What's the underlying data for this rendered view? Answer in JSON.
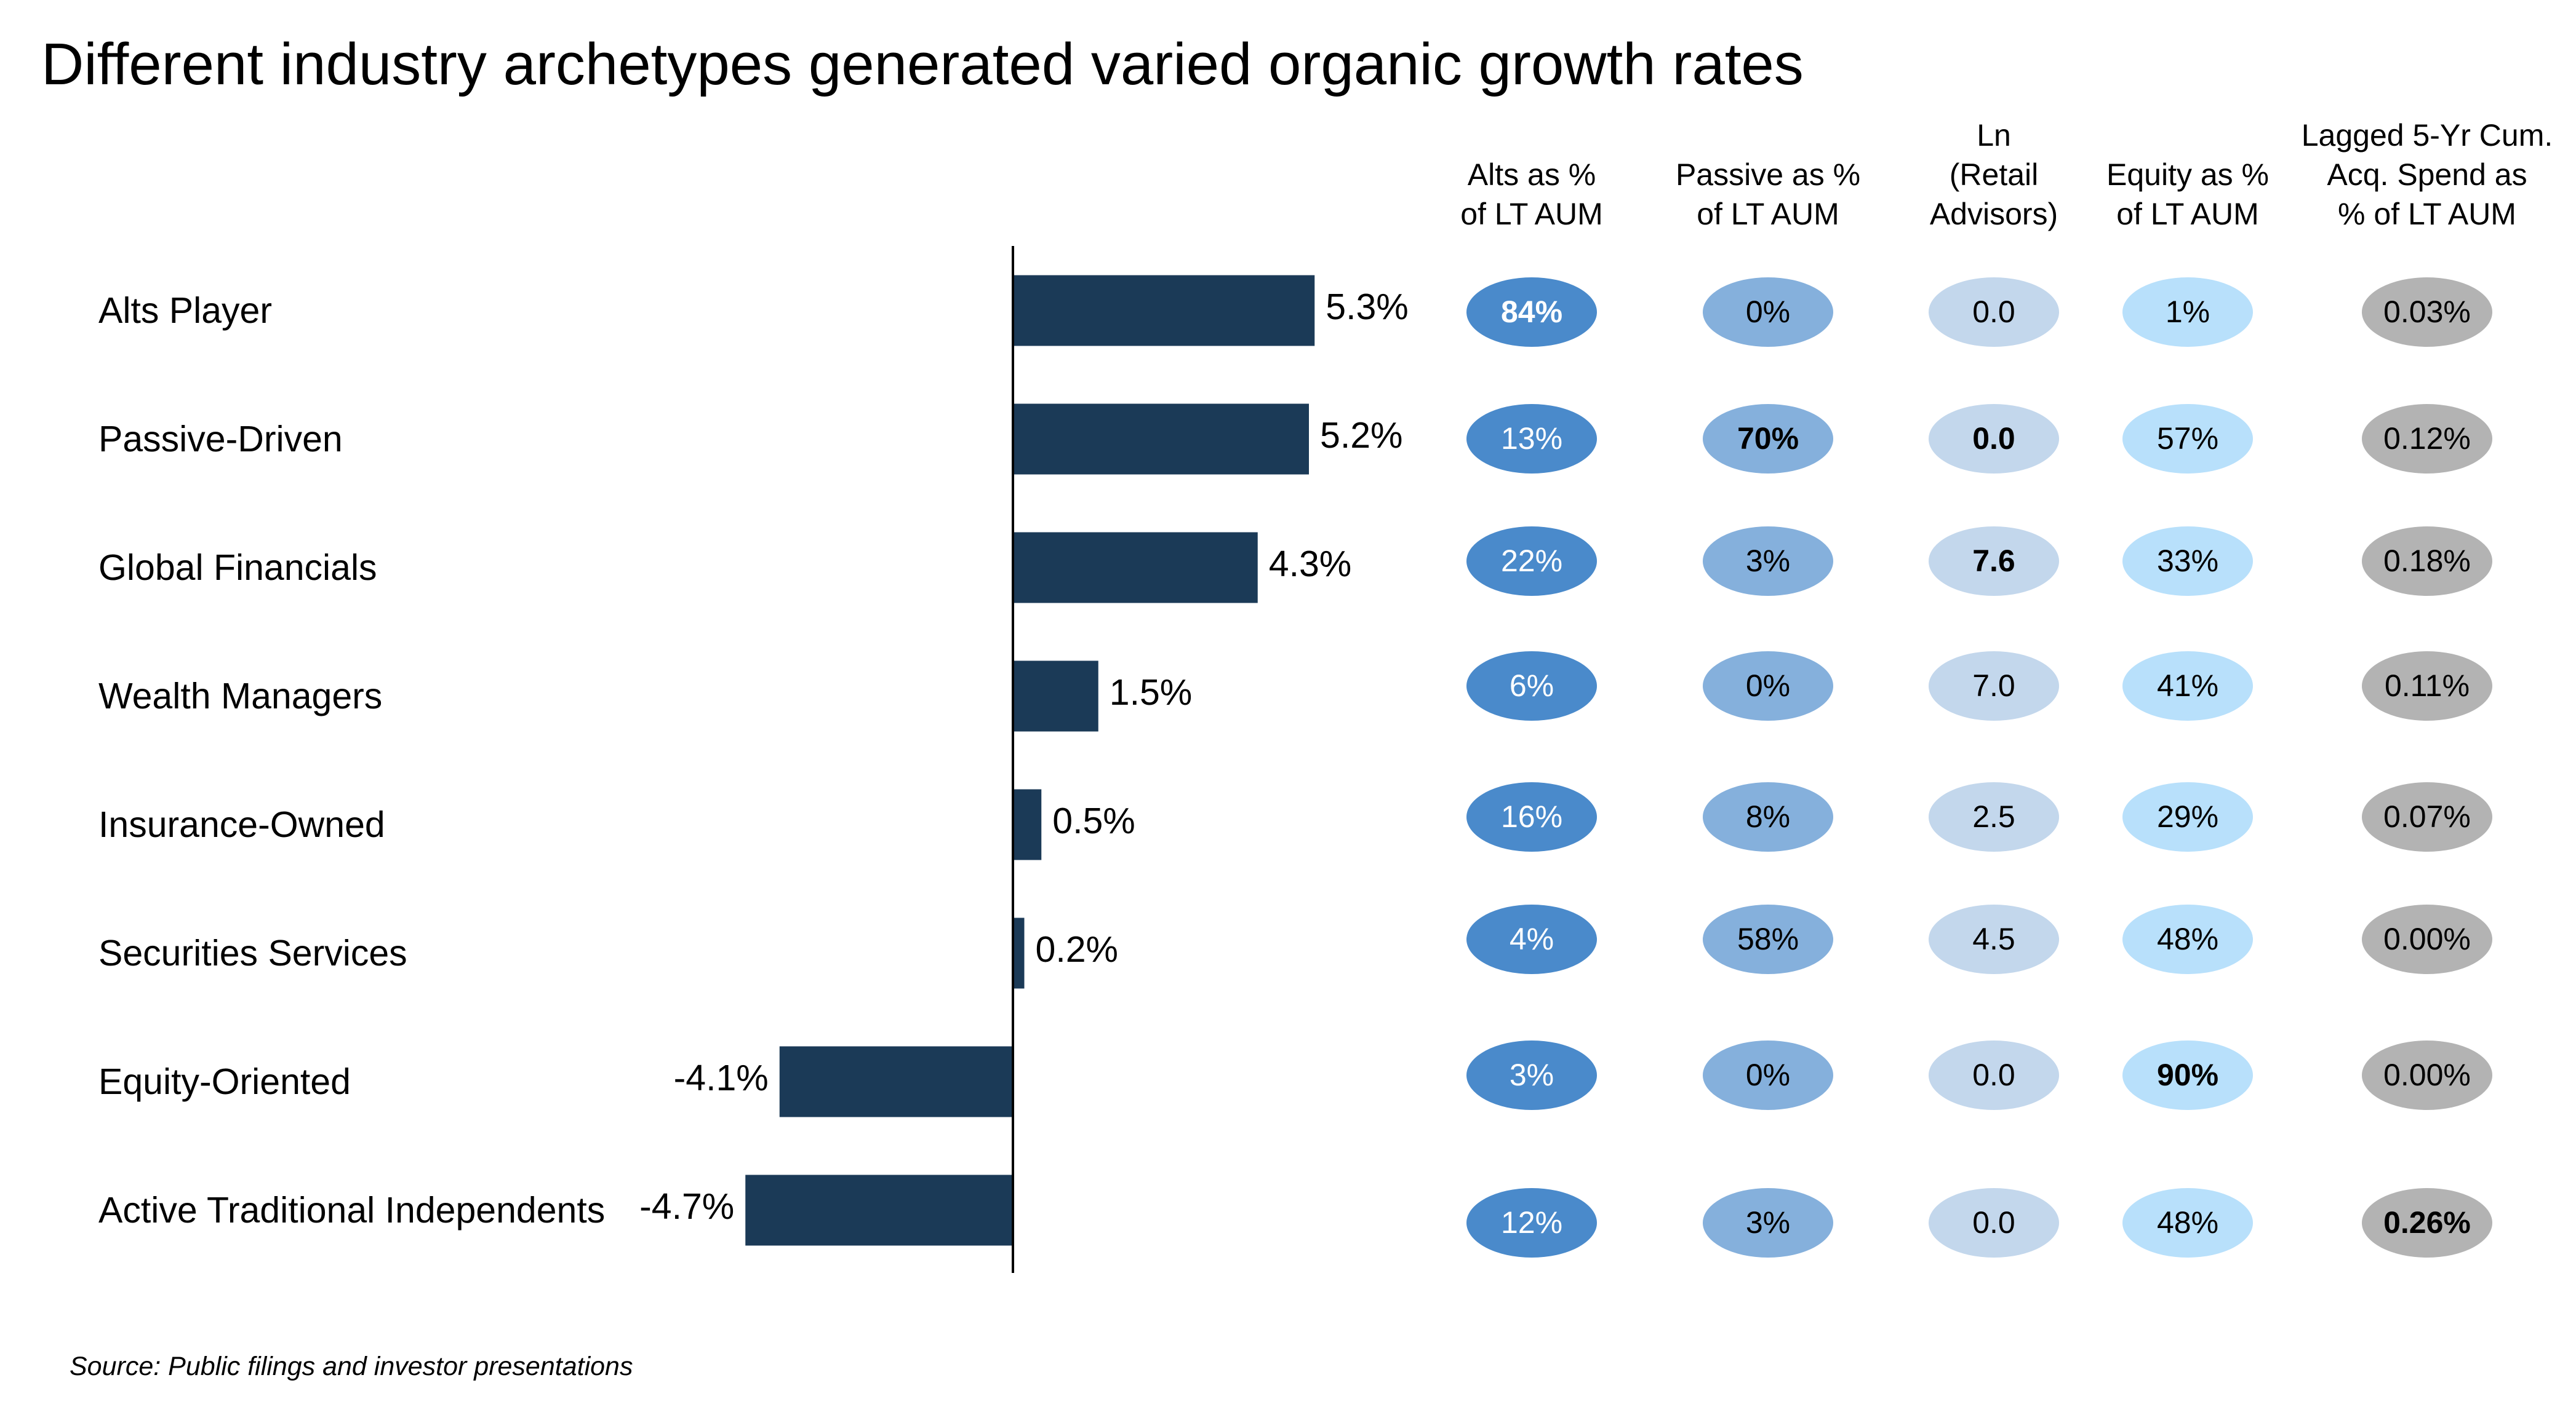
{
  "title": "Different industry archetypes generated varied organic growth rates",
  "source": "Source: Public filings and investor presentations",
  "chart_data": {
    "type": "bar",
    "orientation": "horizontal",
    "categories": [
      "Alts Player",
      "Passive-Driven",
      "Global Financials",
      "Wealth Managers",
      "Insurance-Owned",
      "Securities Services",
      "Equity-Oriented",
      "Active Traditional Independents"
    ],
    "values": [
      5.3,
      5.2,
      4.3,
      1.5,
      0.5,
      0.2,
      -4.1,
      -4.7
    ],
    "data_labels": [
      "5.3%",
      "5.2%",
      "4.3%",
      "1.5%",
      "0.5%",
      "0.2%",
      "-4.1%",
      "-4.7%"
    ],
    "value_format": "percent",
    "xlim": [
      -4.7,
      5.3
    ],
    "bar_color": "#1b3a57",
    "axis_color": "#000000",
    "grid": false,
    "legend": "none"
  },
  "table": {
    "columns": [
      {
        "header_lines": [
          "Alts as %",
          "of LT AUM"
        ],
        "fill": "#4a8acb",
        "text_color": "#ffffff",
        "cells": [
          "84%",
          "13%",
          "22%",
          "6%",
          "16%",
          "4%",
          "3%",
          "12%"
        ],
        "bold_index": 0
      },
      {
        "header_lines": [
          "Passive as %",
          "of LT AUM"
        ],
        "fill": "#85b0dc",
        "text_color": "#000000",
        "cells": [
          "0%",
          "70%",
          "3%",
          "0%",
          "8%",
          "58%",
          "0%",
          "3%"
        ],
        "bold_index": 1
      },
      {
        "header_lines": [
          "Ln",
          "(Retail",
          "Advisors)"
        ],
        "fill": "#c3d7ec",
        "text_color": "#000000",
        "cells": [
          "0.0",
          "0.0",
          "7.6",
          "7.0",
          "2.5",
          "4.5",
          "0.0",
          "0.0"
        ],
        "bold_indexes": [
          1,
          2
        ]
      },
      {
        "header_lines": [
          "Equity as %",
          "of LT AUM"
        ],
        "fill": "#b8e0fb",
        "text_color": "#000000",
        "cells": [
          "1%",
          "57%",
          "33%",
          "41%",
          "29%",
          "48%",
          "90%",
          "48%"
        ],
        "bold_index": 6
      },
      {
        "header_lines": [
          "Lagged 5-Yr Cum.",
          "Acq. Spend as",
          "% of LT AUM"
        ],
        "fill": "#b3b3b3",
        "text_color": "#000000",
        "cells": [
          "0.03%",
          "0.12%",
          "0.18%",
          "0.11%",
          "0.07%",
          "0.00%",
          "0.00%",
          "0.26%"
        ],
        "bold_index": 7
      }
    ]
  }
}
